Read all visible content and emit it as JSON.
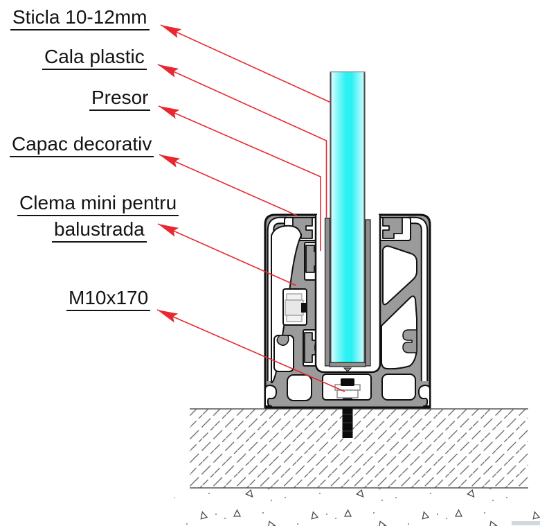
{
  "diagram": {
    "type": "technical-section-drawing",
    "subject": "glass balustrade mini clamp profile cross-section",
    "labels": [
      {
        "id": "sticla",
        "text": "Sticla 10-12mm"
      },
      {
        "id": "cala",
        "text": "Cala plastic"
      },
      {
        "id": "presor",
        "text": "Presor"
      },
      {
        "id": "capac",
        "text": "Capac decorativ"
      },
      {
        "id": "clema_line1",
        "text": "Clema mini pentru"
      },
      {
        "id": "clema_line2",
        "text": "balustrada"
      },
      {
        "id": "m10",
        "text": "M10x170"
      }
    ],
    "colors": {
      "leader_red": "#e8282e",
      "glass_cyan": "#2bf1f3",
      "profile_gray": "#9b9b9b",
      "outline_black": "#101010",
      "hatch_gray": "#606060"
    }
  }
}
